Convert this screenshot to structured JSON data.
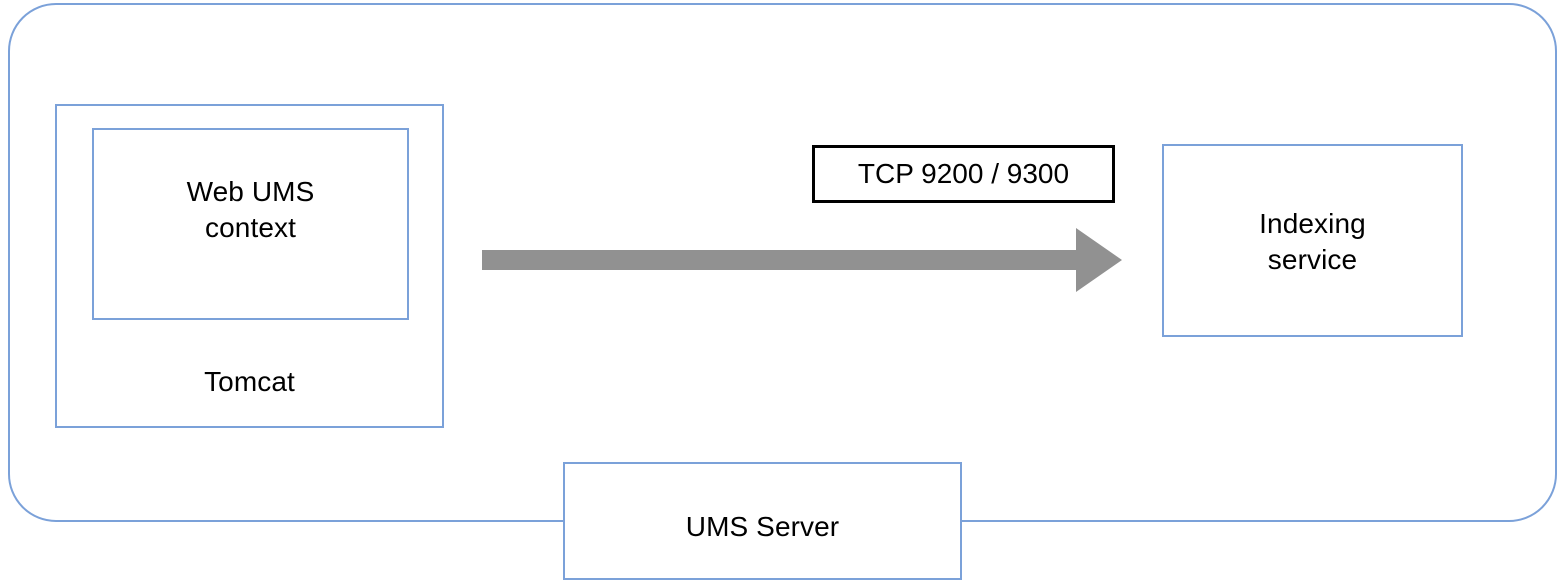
{
  "diagram": {
    "title_text_present": false,
    "colors": {
      "node_border": "#7BA1D9",
      "label_border": "#000000",
      "arrow_fill": "#919191",
      "text": "#000000",
      "background": "#FFFFFF"
    },
    "boundary": {
      "name": "host-boundary",
      "shape": "rounded-rectangle"
    },
    "nodes": [
      {
        "id": "tomcat",
        "label": "Tomcat",
        "icon": "rectangle-node-icon"
      },
      {
        "id": "web-ums-context",
        "label": "Web UMS\ncontext",
        "icon": "rectangle-node-icon"
      },
      {
        "id": "indexing-service",
        "label": "Indexing\nservice",
        "icon": "rectangle-node-icon"
      },
      {
        "id": "ums-server",
        "label": "UMS Server",
        "icon": "rectangle-node-icon"
      }
    ],
    "connections": [
      {
        "id": "tomcat-to-indexing",
        "label": "TCP 9200 / 9300",
        "direction": "right",
        "style": "block-arrow",
        "icon": "right-arrow-icon"
      }
    ]
  }
}
